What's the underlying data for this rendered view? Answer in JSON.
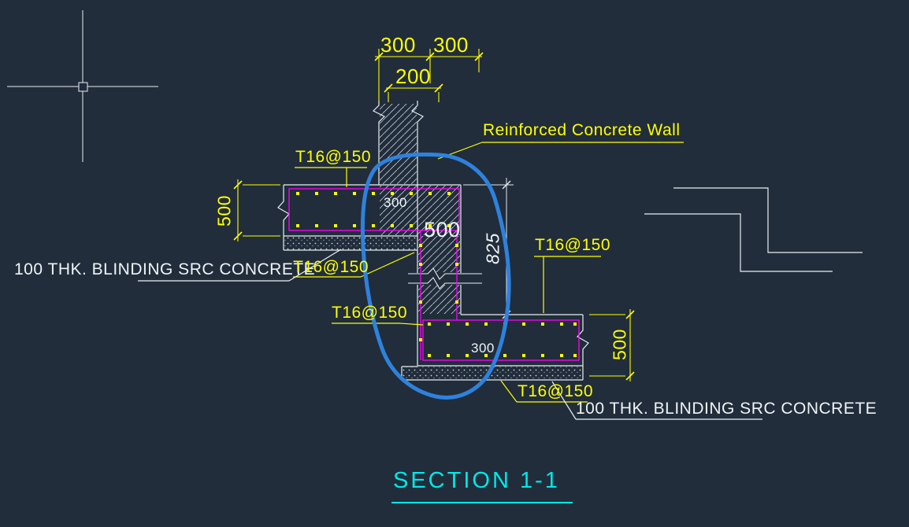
{
  "drawing": {
    "title": "SECTION 1-1",
    "notes": {
      "wall": "Reinforced Concrete Wall",
      "rebar": "T16@150",
      "blinding": "100 THK. BLINDING SRC CONCRETE"
    },
    "dims": {
      "d300": "300",
      "d200": "200",
      "d500": "500",
      "d825": "825"
    },
    "colors": {
      "background": "#212d3b",
      "linework": "#e9eef3",
      "dimensions": "#ffff00",
      "rebar": "#ff00ff",
      "rebar_dots": "#ffff00",
      "highlight_loop": "#2e82dd",
      "title": "#00e8e8"
    }
  }
}
